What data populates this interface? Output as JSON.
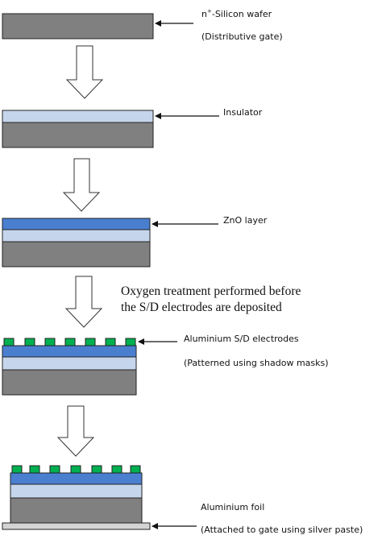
{
  "colors": {
    "silicon": "#808080",
    "insulator": "#c5d5ec",
    "zno": "#4a7fd0",
    "electrode": "#00b050",
    "foil": "#d4d4d4",
    "outline": "#222222",
    "arrow_fill": "#ffffff",
    "text": "#111111"
  },
  "steps": {
    "wafer": {
      "label_prefix": "n",
      "label_sup": "+",
      "label_rest": "-Silicon wafer",
      "sublabel": "(Distributive gate)"
    },
    "insulator": {
      "label": "Insulator"
    },
    "zno": {
      "label": "ZnO layer"
    },
    "electrodes": {
      "label": "Aluminium S/D electrodes",
      "sublabel": "(Patterned using shadow masks)"
    },
    "foil": {
      "label": "Aluminium foil",
      "sublabel": "(Attached to gate using silver paste)"
    }
  },
  "note": {
    "line1": "Oxygen treatment performed before",
    "line2": "the S/D electrodes are deposited"
  },
  "icons": {
    "down_arrow": "block-down-arrow",
    "pointer": "left-pointer-arrow"
  }
}
